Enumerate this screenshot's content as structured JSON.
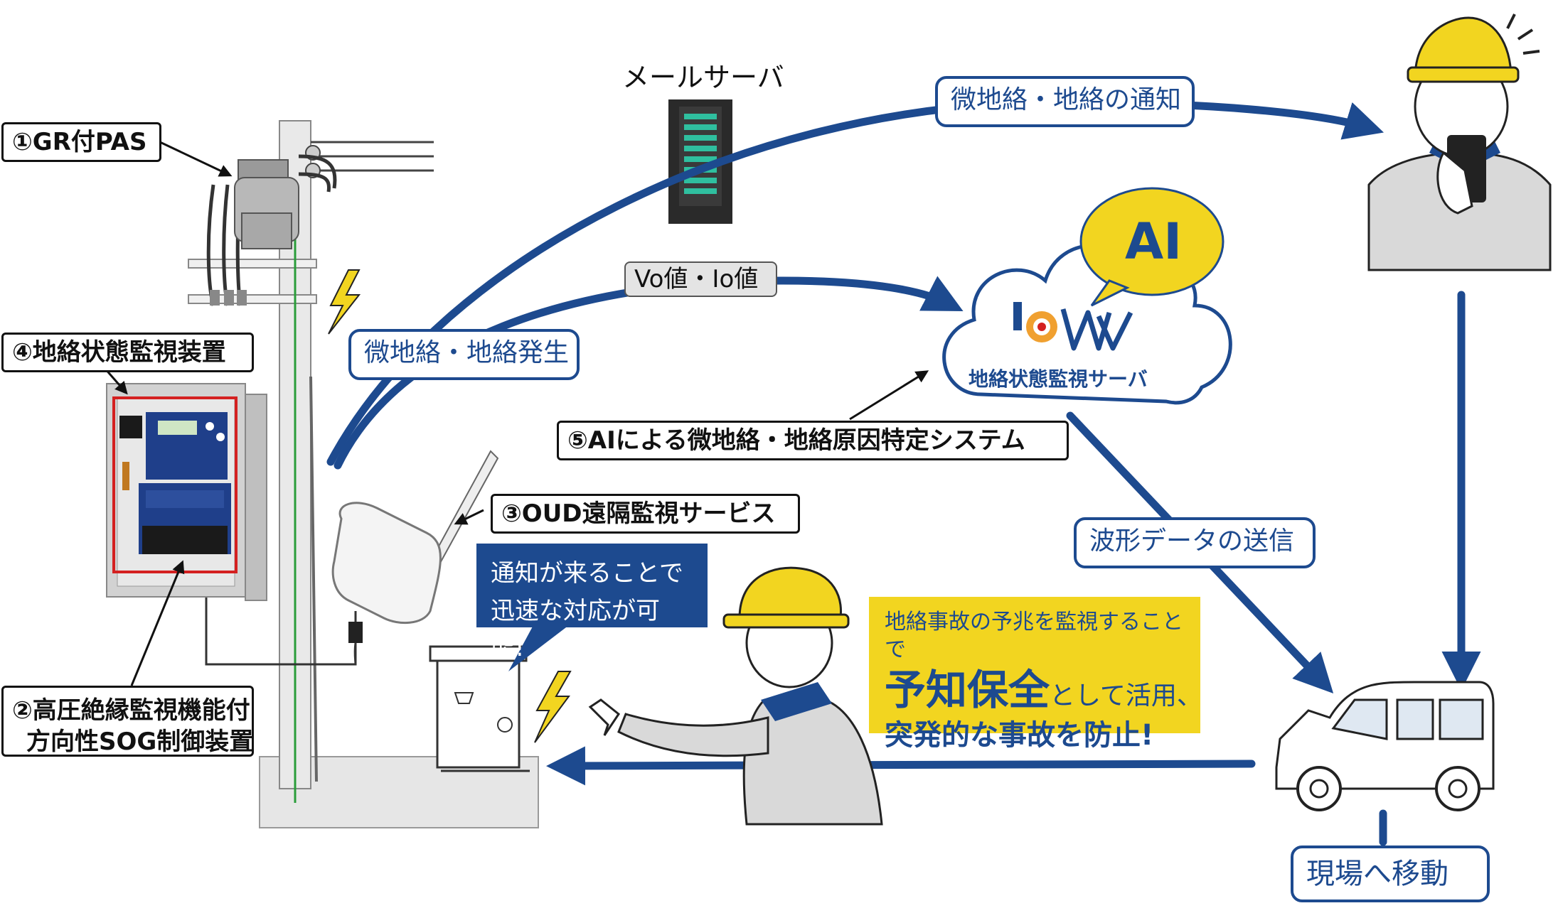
{
  "labels": {
    "gr_pas": "①GR付PAS",
    "monitor_device": "④地絡状態監視装置",
    "sog_line1": "②高圧絶縁監視機能付",
    "sog_line2": "方向性SOG制御装置",
    "oud": "③OUD遠隔監視サービス",
    "ai_system": "⑤AIによる微地絡・地絡原因特定システム",
    "mail_server": "メールサーバ",
    "vo_io": "Vo値・Io値",
    "fault_occur": "微地絡・地絡発生",
    "fault_notify": "微地絡・地絡の通知",
    "waveform": "波形データの送信",
    "move_site": "現場へ移動",
    "ai_bubble": "AI",
    "cloud_name": "地絡状態監視サーバ",
    "notice_line1": "通知が来ることで",
    "notice_line2": "迅速な対応が可能!",
    "yellow_line1": "地絡事故の予兆を監視することで",
    "yellow_emph": "予知保全",
    "yellow_line2_rest": "として活用、",
    "yellow_line3": "突発的な事故を防止!"
  },
  "colors": {
    "navy": "#1d4a8f",
    "yellow": "#f2d520",
    "orange": "#f0a030",
    "red": "#d42020",
    "green_led": "#2fbf9f",
    "gray": "#d9d9d9"
  }
}
